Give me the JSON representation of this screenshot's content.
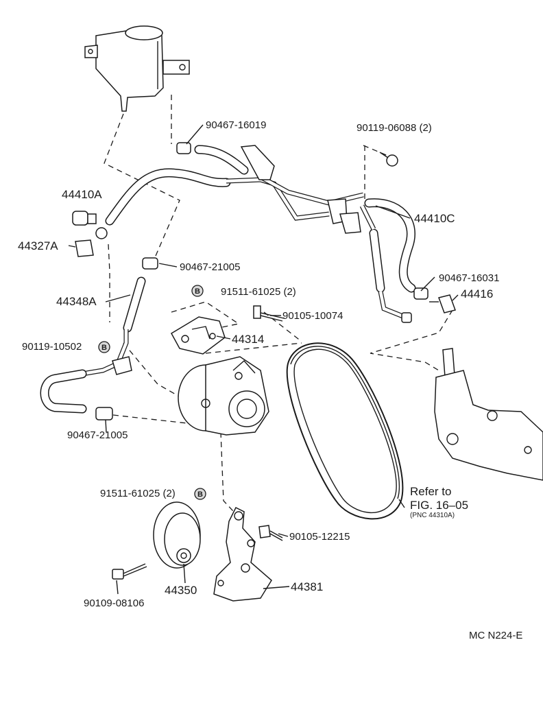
{
  "parts": {
    "p90467_16019": "90467-16019",
    "p90119_06088": "90119-06088 (2)",
    "p44410A": "44410A",
    "p44327A": "44327A",
    "p44410C": "44410C",
    "p90467_21005_top": "90467-21005",
    "p90467_16031": "90467-16031",
    "p91511_61025_top": "91511-61025 (2)",
    "p44416": "44416",
    "p44348A": "44348A",
    "p90105_10074": "90105-10074",
    "p44314": "44314",
    "p90119_10502": "90119-10502",
    "p90467_21005_bottom": "90467-21005",
    "p91511_61025_bottom": "91511-61025 (2)",
    "p90105_12215": "90105-12215",
    "p44381": "44381",
    "p44350": "44350",
    "p90109_08106": "90109-08106"
  },
  "badge_letter": "B",
  "reference": {
    "line1": "Refer to",
    "line2": "FIG. 16–05",
    "line3": "(PNC 44310A)"
  },
  "figure_code": "MC N224-E"
}
